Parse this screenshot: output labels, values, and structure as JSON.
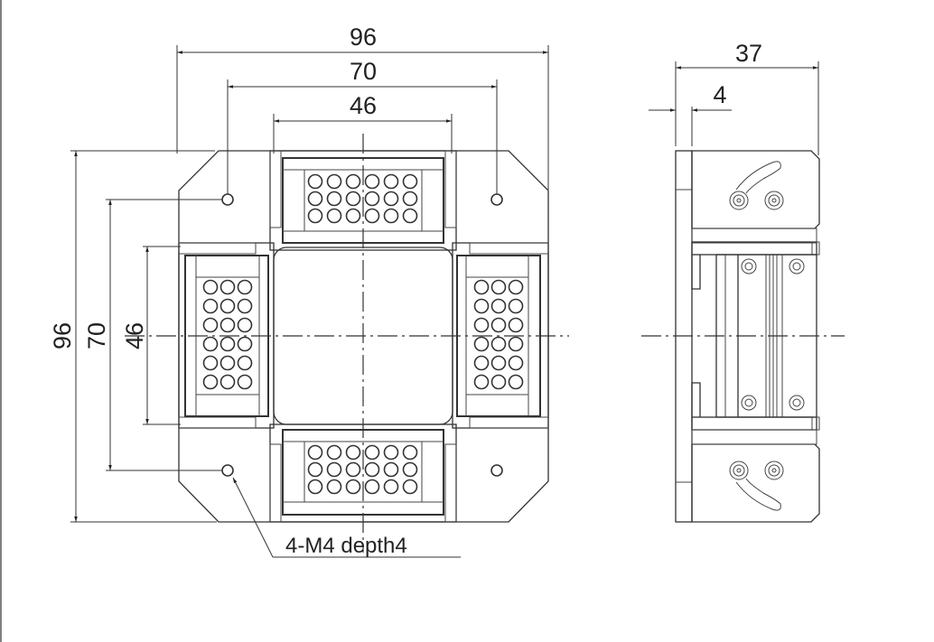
{
  "drawing": {
    "type": "mechanical-drawing",
    "views": [
      "front-view",
      "side-view"
    ],
    "front_view": {
      "dimensions": {
        "overall_width": "96",
        "hole_spacing_width": "70",
        "connector_width": "46",
        "overall_height": "96",
        "hole_spacing_height": "70",
        "connector_height": "46"
      },
      "connectors": [
        {
          "position": "top",
          "rows": 3,
          "cols": 6
        },
        {
          "position": "bottom",
          "rows": 3,
          "cols": 6
        },
        {
          "position": "left",
          "rows": 6,
          "cols": 3
        },
        {
          "position": "right",
          "rows": 6,
          "cols": 3
        }
      ],
      "mounting_holes": 4,
      "hole_note": "4-M4 depth4"
    },
    "side_view": {
      "dimensions": {
        "overall_depth": "37",
        "flange_thickness": "4"
      }
    }
  }
}
